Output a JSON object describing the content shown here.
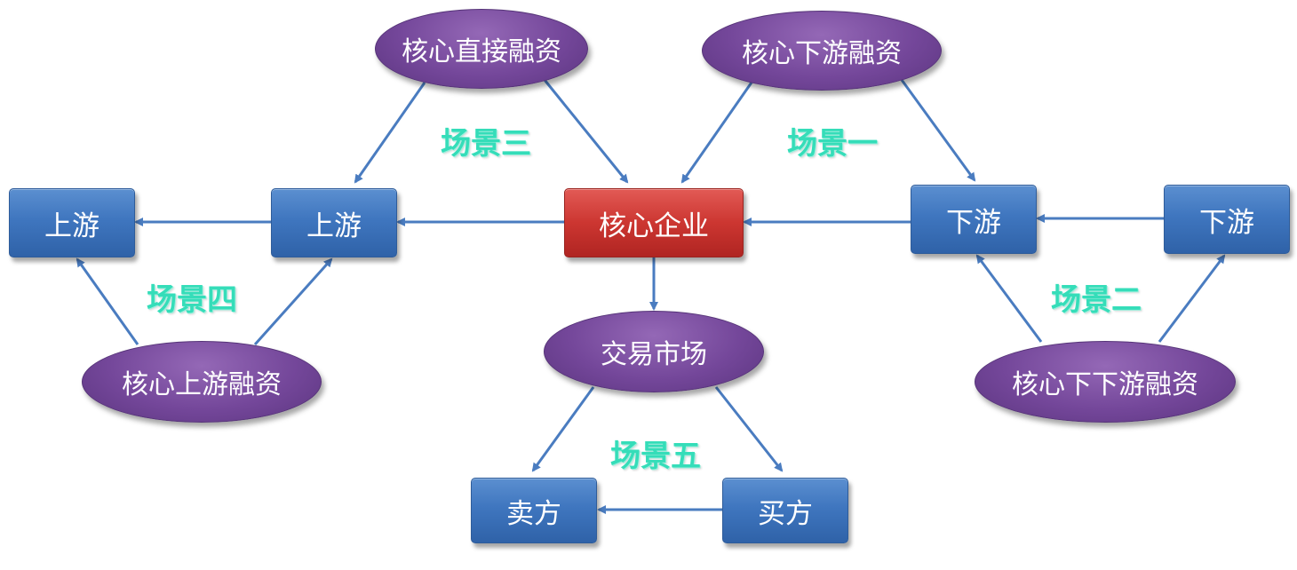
{
  "nodes": {
    "core": "核心企业",
    "upstream_inner": "上游",
    "upstream_outer": "上游",
    "downstream_inner": "下游",
    "downstream_outer": "下游",
    "market": "交易市场",
    "seller": "卖方",
    "buyer": "买方",
    "direct_financing": "核心直接融资",
    "downstream_financing": "核心下游融资",
    "upstream_financing": "核心上游融资",
    "downstream2_financing": "核心下下游融资"
  },
  "scenes": {
    "one": "场景一",
    "two": "场景二",
    "three": "场景三",
    "four": "场景四",
    "five": "场景五"
  },
  "colors": {
    "box": "#3f76bf",
    "core_box": "#cc3631",
    "ellipse": "#74479a",
    "arrow": "#4a7cc0",
    "scene_text": "#35ddb9"
  }
}
